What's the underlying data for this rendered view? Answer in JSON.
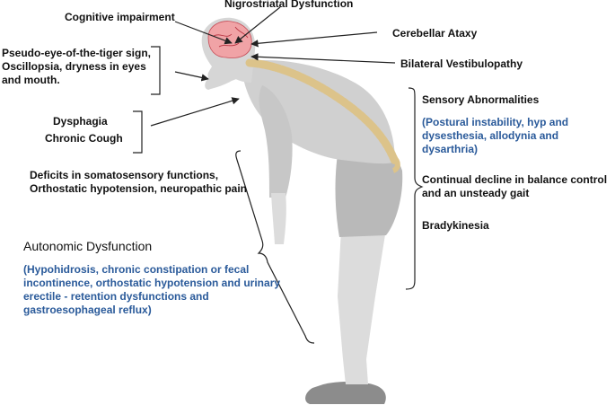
{
  "labels": {
    "nigrostriatal": "Nigrostriatal Dysfunction",
    "cognitive": "Cognitive impairment",
    "cerebellar": "Cerebellar Ataxy",
    "vestibulopathy": "Bilateral Vestibulopathy",
    "eye_signs": "Pseudo-eye-of-the-tiger sign,\nOscillopsia, dryness in eyes\nand mouth.",
    "dysphagia": "Dysphagia",
    "cough": "Chronic Cough",
    "somatosensory": "Deficits in somatosensory functions,\nOrthostatic hypotension, neuropathic pain",
    "autonomic_title": "Autonomic Dysfunction",
    "autonomic_detail": "(Hypohidrosis, chronic constipation or fecal\nincontinence, orthostatic hypotension and urinary\nerectile - retention dysfunctions and\ngastroesophageal reflux)",
    "sensory_title": "Sensory Abnormalities",
    "sensory_detail": "(Postural instability, hyp and\ndysesthesia, allodynia and dysarthria)",
    "balance": "Continual decline in balance control\nand an unsteady gait",
    "bradykinesia": "Bradykinesia"
  },
  "colors": {
    "text": "#111111",
    "accent_blue": "#2a5a9a",
    "body_gray": "#d6d6d6",
    "shorts_gray": "#b5b5b5",
    "shoe_gray": "#8c8c8c",
    "brain_pink": "#f0a3a6",
    "spine_tan": "#dcc38a"
  }
}
